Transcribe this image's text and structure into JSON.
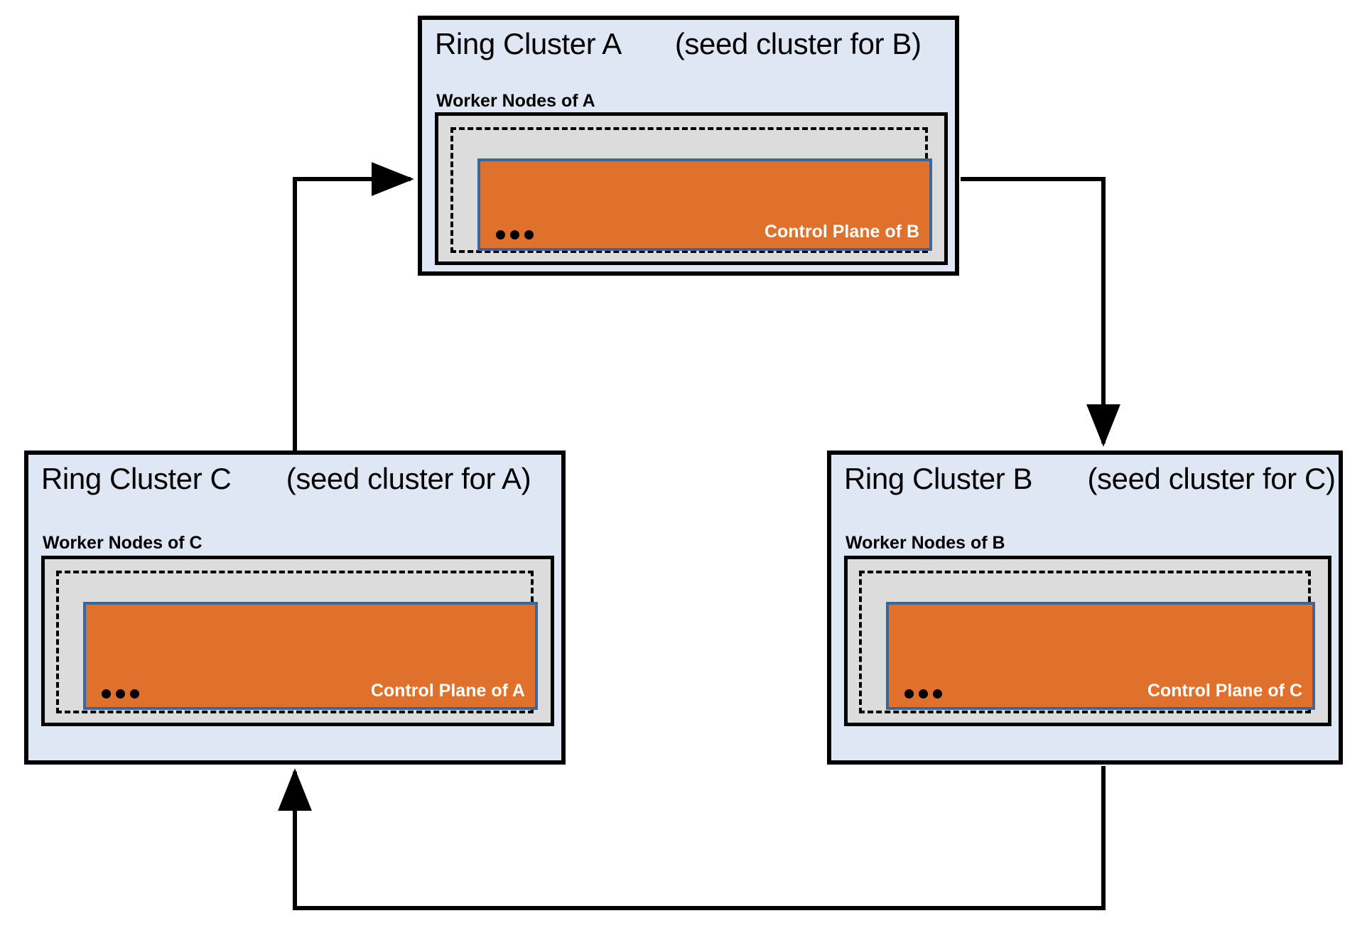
{
  "diagram": {
    "title_prefix": "Ring Cluster",
    "colors": {
      "cluster_background": "#dee7f3",
      "worker_background": "#dcdcdc",
      "control_plane_fill": "#e0712d",
      "control_plane_border": "#3c6699",
      "outline": "#000000",
      "control_plane_text": "#ffffff"
    },
    "clusters": [
      {
        "id": "a",
        "name": "Ring Cluster A",
        "seed_note": "(seed cluster for B)",
        "worker_label": "Worker Nodes of A",
        "control_plane_label": "Control Plane of B",
        "ellipsis": "•••"
      },
      {
        "id": "c",
        "name": "Ring Cluster C",
        "seed_note": "(seed cluster for A)",
        "worker_label": "Worker Nodes of C",
        "control_plane_label": "Control Plane of A",
        "ellipsis": "•••"
      },
      {
        "id": "b",
        "name": "Ring Cluster B",
        "seed_note": "(seed cluster for C)",
        "worker_label": "Worker Nodes of B",
        "control_plane_label": "Control Plane of C",
        "ellipsis": "•••"
      }
    ],
    "connections": [
      {
        "id": "c-to-a",
        "from": "Ring Cluster C",
        "to": "Ring Cluster A"
      },
      {
        "id": "a-to-b",
        "from": "Ring Cluster A",
        "to": "Ring Cluster B"
      },
      {
        "id": "b-to-c",
        "from": "Ring Cluster B",
        "to": "Ring Cluster C"
      }
    ]
  }
}
